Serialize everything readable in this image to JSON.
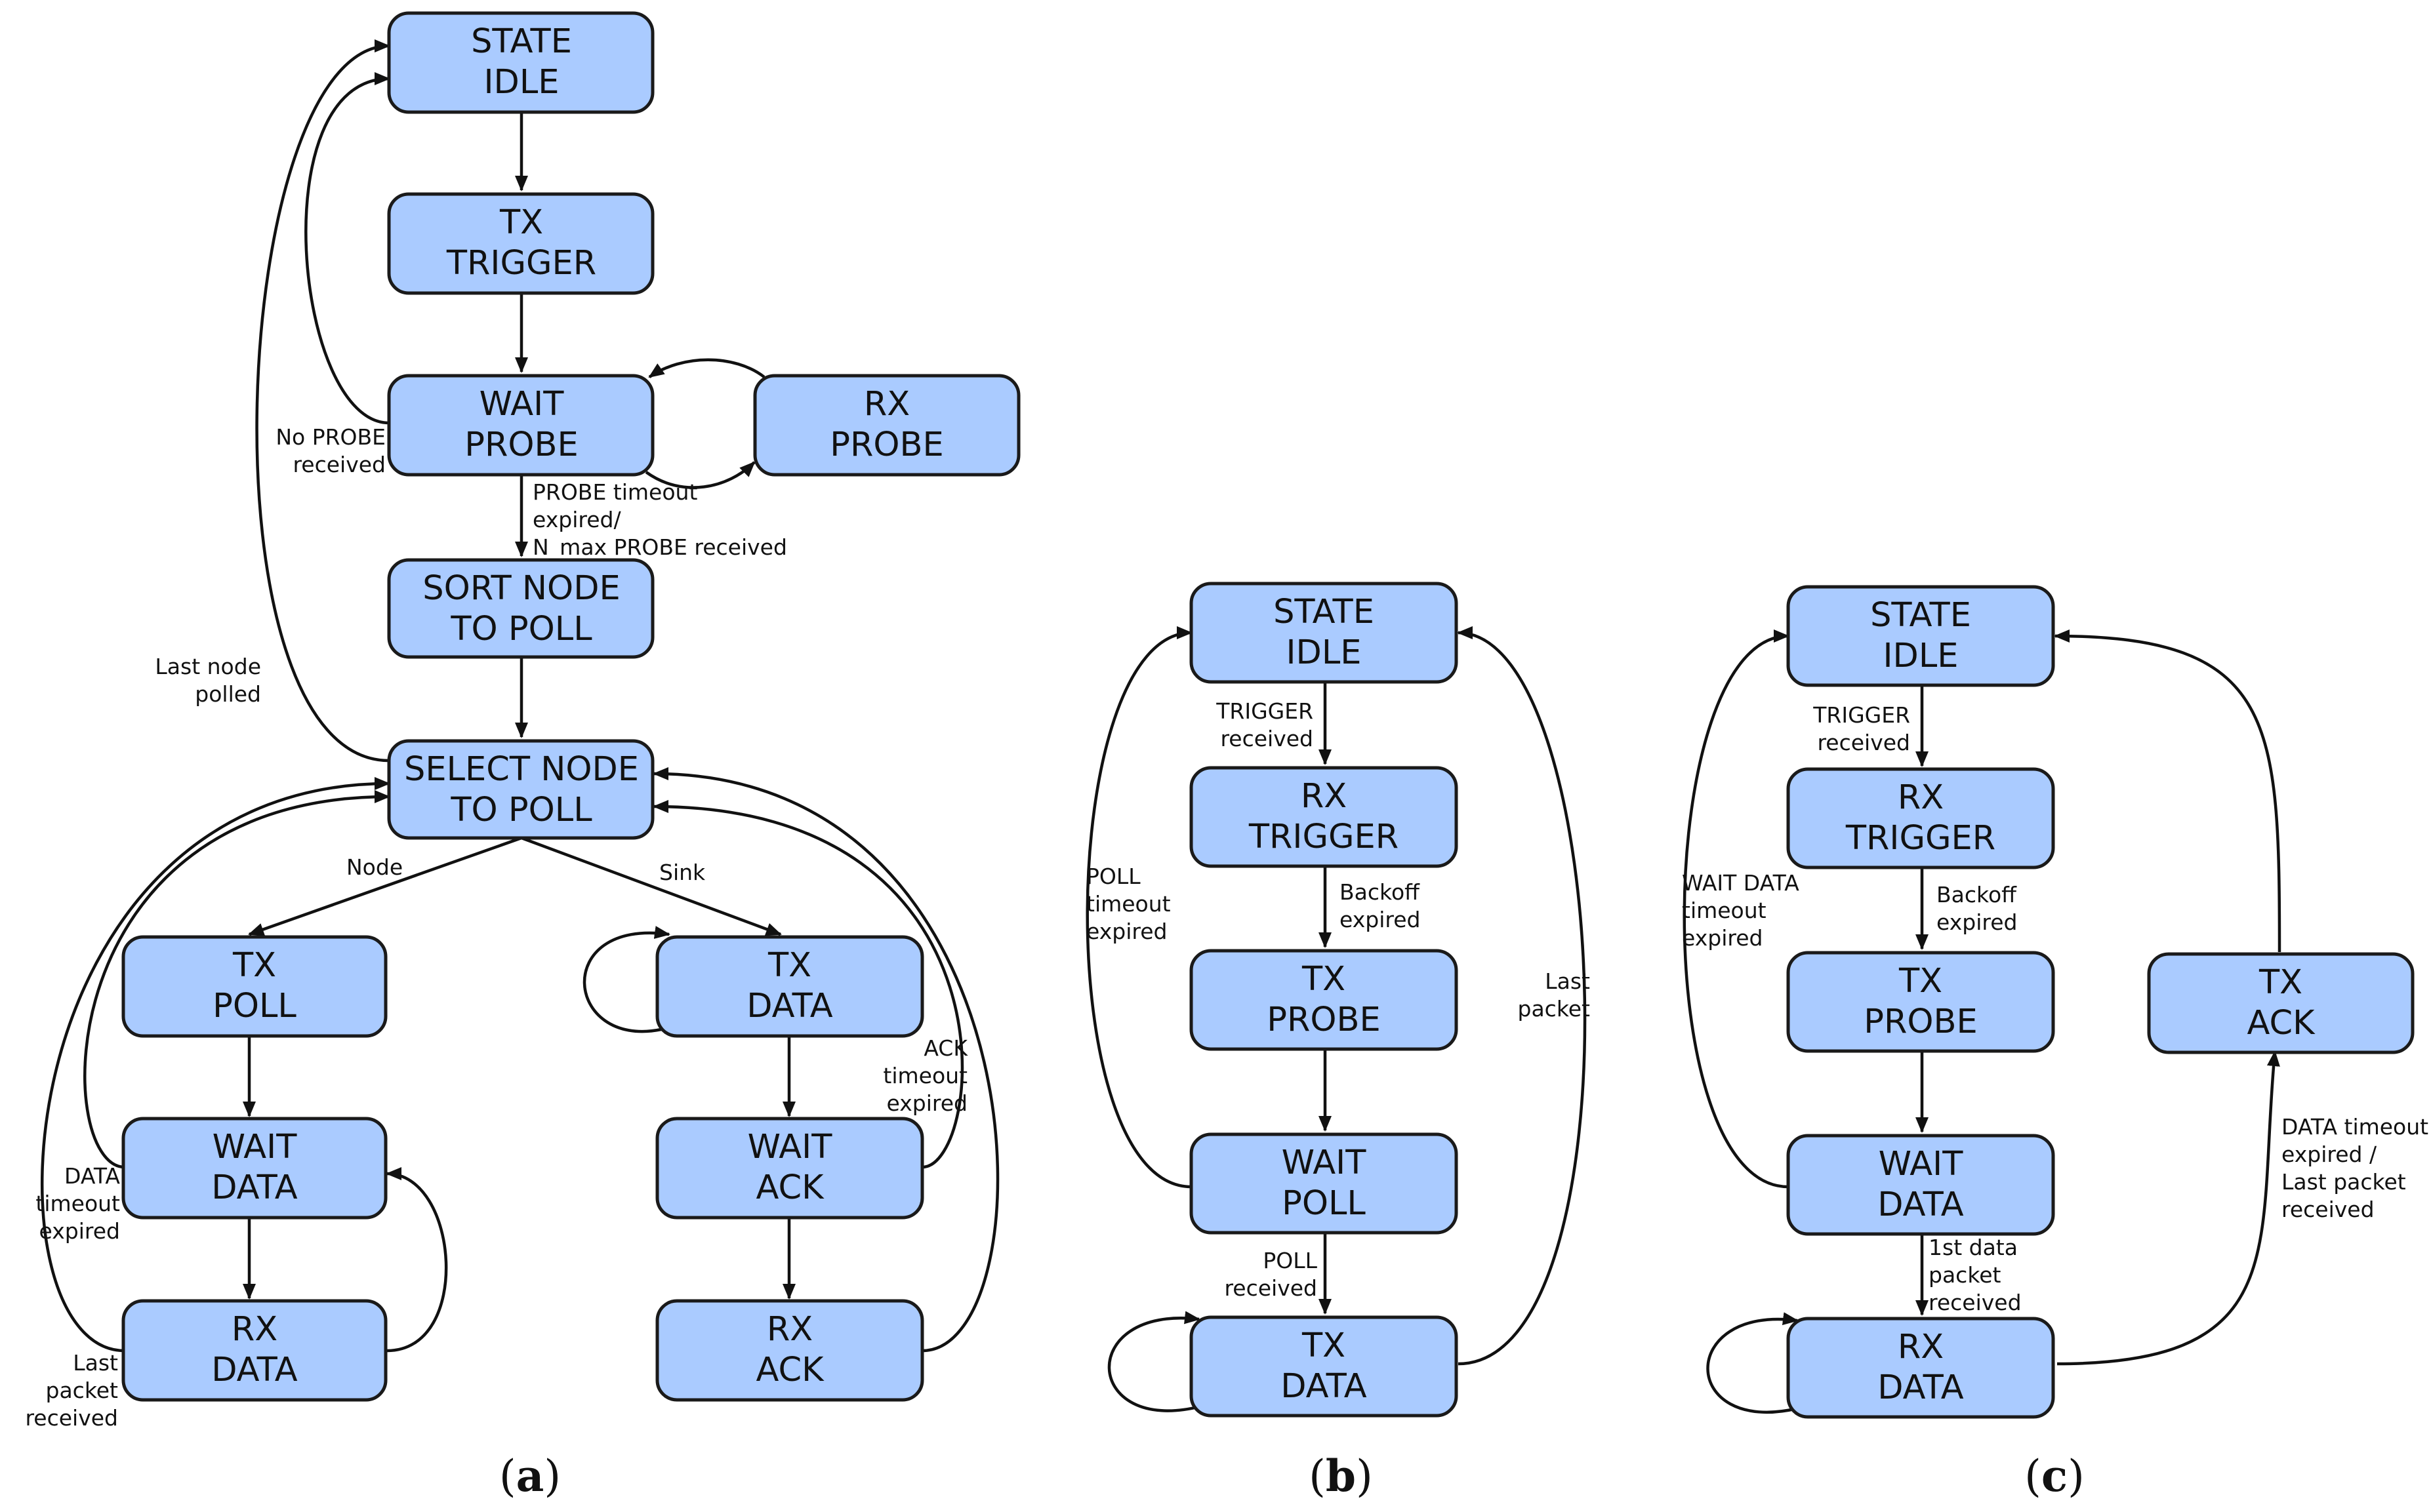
{
  "panel_a": {
    "states": {
      "idle": [
        "STATE",
        "IDLE"
      ],
      "tx_trigger": [
        "TX",
        "TRIGGER"
      ],
      "wait_probe": [
        "WAIT",
        "PROBE"
      ],
      "rx_probe": [
        "RX",
        "PROBE"
      ],
      "sort": [
        "SORT NODE",
        "TO POLL"
      ],
      "select": [
        "SELECT NODE",
        "TO POLL"
      ],
      "tx_poll": [
        "TX",
        "POLL"
      ],
      "wait_data": [
        "WAIT",
        "DATA"
      ],
      "rx_data": [
        "RX",
        "DATA"
      ],
      "tx_data": [
        "TX",
        "DATA"
      ],
      "wait_ack": [
        "WAIT",
        "ACK"
      ],
      "rx_ack": [
        "RX",
        "ACK"
      ]
    },
    "labels": {
      "no_probe": [
        "No PROBE",
        "received"
      ],
      "probe_timeout": [
        "PROBE timeout",
        "expired/",
        "N_max PROBE received"
      ],
      "last_node": [
        "Last node",
        "polled"
      ],
      "node": "Node",
      "sink": "Sink",
      "data_timeout": [
        "DATA",
        "timeout",
        "expired"
      ],
      "last_packet": [
        "Last",
        "packet",
        "received"
      ],
      "ack_timeout": [
        "ACK",
        "timeout",
        "expired"
      ]
    },
    "caption": "a"
  },
  "panel_b": {
    "states": {
      "idle": [
        "STATE",
        "IDLE"
      ],
      "rx_trigger": [
        "RX",
        "TRIGGER"
      ],
      "tx_probe": [
        "TX",
        "PROBE"
      ],
      "wait_poll": [
        "WAIT",
        "POLL"
      ],
      "tx_data": [
        "TX",
        "DATA"
      ]
    },
    "labels": {
      "trigger_received": [
        "TRIGGER",
        "received"
      ],
      "backoff": [
        "Backoff",
        "expired"
      ],
      "poll_received": [
        "POLL",
        "received"
      ],
      "poll_timeout": [
        "POLL",
        "timeout",
        "expired"
      ],
      "last_packet": [
        "Last",
        "packet"
      ]
    },
    "caption": "b"
  },
  "panel_c": {
    "states": {
      "idle": [
        "STATE",
        "IDLE"
      ],
      "rx_trigger": [
        "RX",
        "TRIGGER"
      ],
      "tx_probe": [
        "TX",
        "PROBE"
      ],
      "wait_data": [
        "WAIT",
        "DATA"
      ],
      "rx_data": [
        "RX",
        "DATA"
      ],
      "tx_ack": [
        "TX",
        "ACK"
      ]
    },
    "labels": {
      "trigger_received": [
        "TRIGGER",
        "received"
      ],
      "backoff": [
        "Backoff",
        "expired"
      ],
      "wait_timeout": [
        "WAIT DATA",
        "timeout",
        "expired"
      ],
      "first_data": [
        "1st data",
        "packet",
        "received"
      ],
      "data_timeout": [
        "DATA timeout",
        "expired /",
        "Last packet",
        "received"
      ]
    },
    "caption": "c"
  }
}
